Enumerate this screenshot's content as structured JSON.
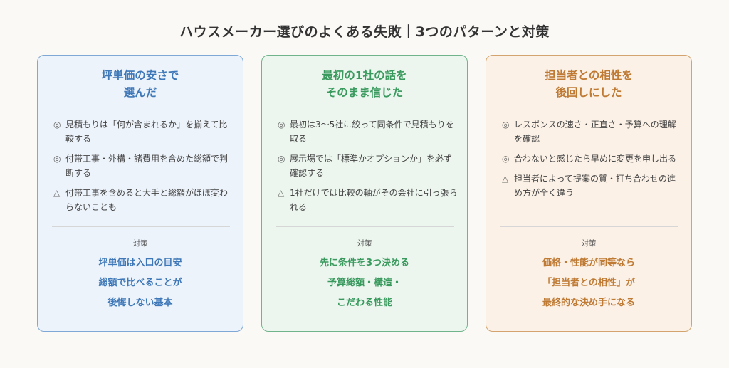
{
  "title": "ハウスメーカー選びのよくある失敗｜3つのパターンと対策",
  "cards": [
    {
      "title_lines": [
        "坪単価の安さで",
        "選んだ"
      ],
      "items": [
        {
          "mark": "◎",
          "text": "見積もりは「何が含まれるか」を揃えて比較する"
        },
        {
          "mark": "◎",
          "text": "付帯工事・外構・諸費用を含めた総額で判断する"
        },
        {
          "mark": "△",
          "text": "付帯工事を含めると大手と総額がほぼ変わらないことも"
        }
      ],
      "measure_label": "対策",
      "measures": [
        "坪単価は入口の目安",
        "総額で比べることが",
        "後悔しない基本"
      ]
    },
    {
      "title_lines": [
        "最初の1社の話を",
        "そのまま信じた"
      ],
      "items": [
        {
          "mark": "◎",
          "text": "最初は3〜5社に絞って同条件で見積もりを取る"
        },
        {
          "mark": "◎",
          "text": "展示場では「標準かオプションか」を必ず確認する"
        },
        {
          "mark": "△",
          "text": "1社だけでは比較の軸がその会社に引っ張られる"
        }
      ],
      "measure_label": "対策",
      "measures": [
        "先に条件を3つ決める",
        "予算総額・構造・",
        "こだわる性能"
      ]
    },
    {
      "title_lines": [
        "担当者との相性を",
        "後回しにした"
      ],
      "items": [
        {
          "mark": "◎",
          "text": "レスポンスの速さ・正直さ・予算への理解を確認"
        },
        {
          "mark": "◎",
          "text": "合わないと感じたら早めに変更を申し出る"
        },
        {
          "mark": "△",
          "text": "担当者によって提案の質・打ち合わせの進め方が全く違う"
        }
      ],
      "measure_label": "対策",
      "measures": [
        "価格・性能が同等なら",
        "「担当者との相性」が",
        "最終的な決め手になる"
      ]
    }
  ],
  "colors": {
    "blue": "#3f78b8",
    "green": "#3a9a5e",
    "orange": "#bf7a34"
  }
}
